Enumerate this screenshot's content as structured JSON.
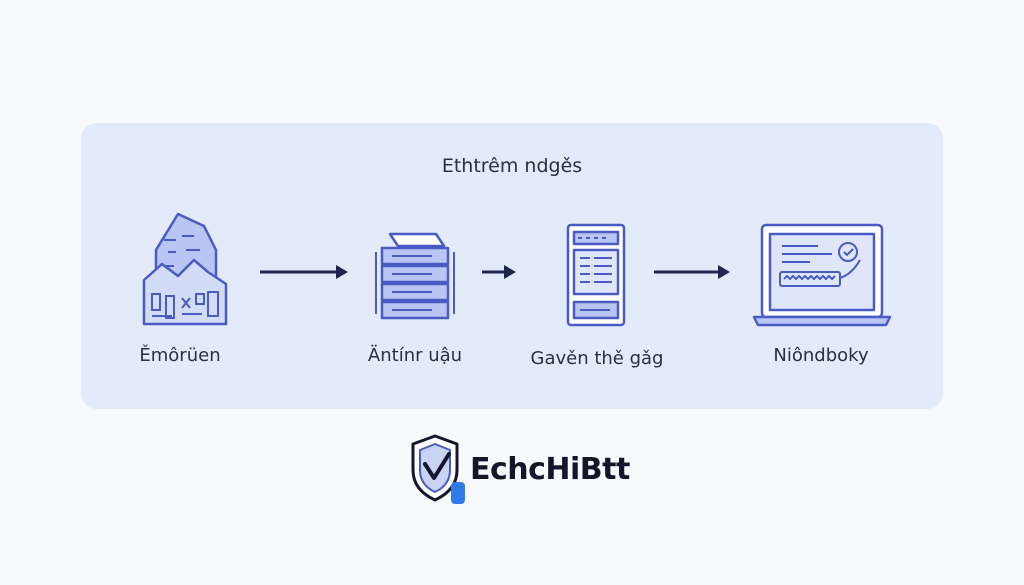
{
  "diagram": {
    "title": "Ethtrêm ndgěs",
    "nodes": [
      {
        "label": "Ěmôrüen",
        "icon": "city-buildings-icon"
      },
      {
        "label": "Äntínr uậu",
        "icon": "server-stack-icon"
      },
      {
        "label": "Gavěn thě gǎg",
        "icon": "server-rack-icon"
      },
      {
        "label": "Niôndboky",
        "icon": "laptop-icon"
      }
    ],
    "edges": [
      {
        "from": 0,
        "to": 1
      },
      {
        "from": 1,
        "to": 2
      },
      {
        "from": 2,
        "to": 3
      }
    ]
  },
  "logo": {
    "wordmark": "EchcHiBtt",
    "icon": "shield-check-icon"
  },
  "colors": {
    "panel": "#e3eafa",
    "accent": "#4a5bc4",
    "icon_fill": "#b9c5f2",
    "arrow": "#1d2550"
  }
}
